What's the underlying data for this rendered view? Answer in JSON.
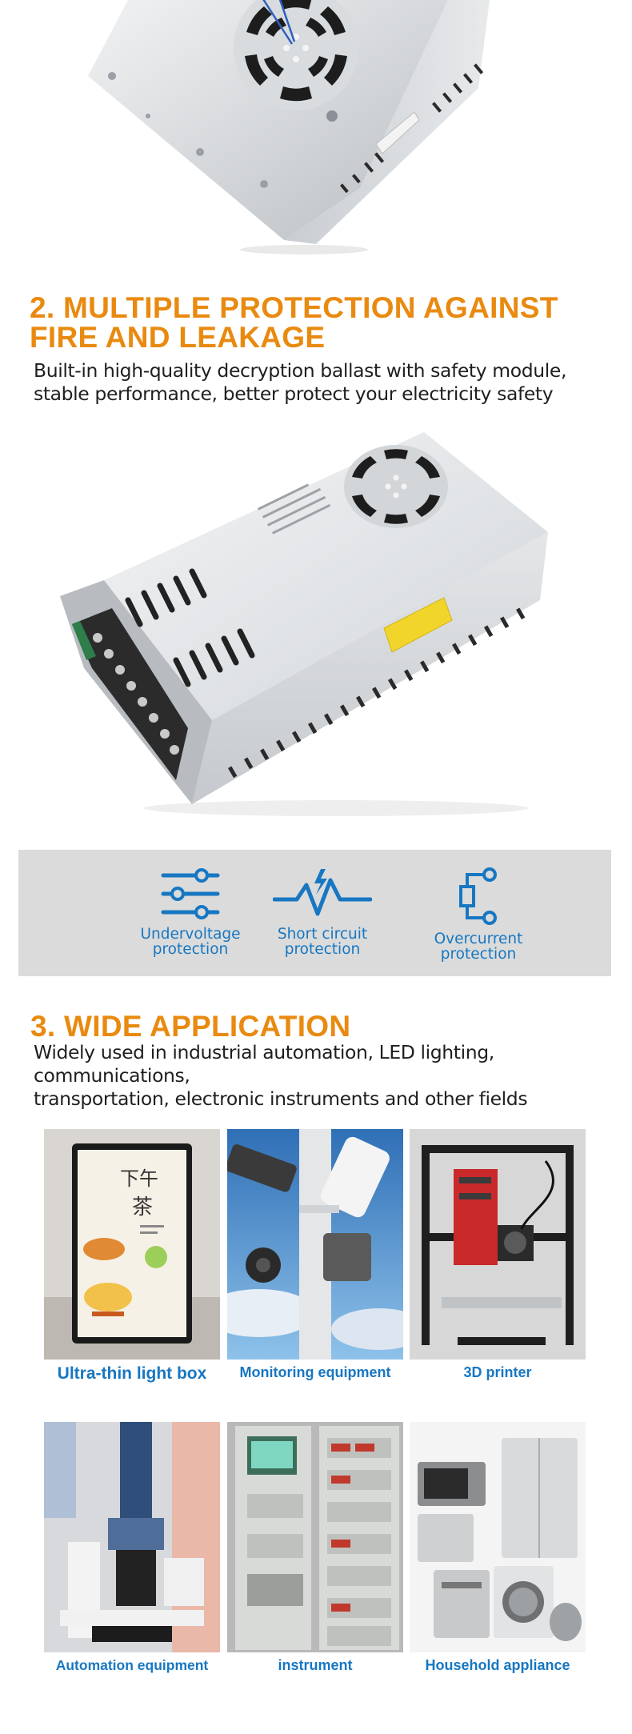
{
  "section2": {
    "title_line1": "2. MULTIPLE PROTECTION AGAINST",
    "title_line2": "FIRE AND LEAKAGE",
    "desc_line1": "Built-in high-quality decryption ballast with safety module,",
    "desc_line2": "stable performance, better protect your electricity safety"
  },
  "protections": [
    {
      "label_line1": "Undervoltage",
      "label_line2": "protection",
      "icon": "sliders-icon"
    },
    {
      "label_line1": "Short circuit",
      "label_line2": "protection",
      "icon": "lightning-wave-icon"
    },
    {
      "label_line1": "Overcurrent",
      "label_line2": "protection",
      "icon": "circuit-node-icon"
    }
  ],
  "section3": {
    "title": "3. WIDE APPLICATION",
    "desc_line1": "Widely used in industrial automation, LED lighting, communications,",
    "desc_line2": "transportation, electronic instruments and other fields"
  },
  "applications": [
    {
      "label": "Ultra-thin light box",
      "image": "light-box-photo",
      "screen_text_1": "下午",
      "screen_text_2": "茶"
    },
    {
      "label": "Monitoring equipment",
      "image": "cctv-cameras-photo"
    },
    {
      "label": "3D printer",
      "image": "3d-printer-photo"
    },
    {
      "label": "Automation equipment",
      "image": "automation-machine-photo"
    },
    {
      "label": "instrument",
      "image": "instrument-rack-photo"
    },
    {
      "label": "Household appliance",
      "image": "home-appliances-photo"
    }
  ],
  "colors": {
    "heading": "#e98a10",
    "accent_blue": "#1777c2",
    "strip_bg": "#dbdbdb"
  }
}
